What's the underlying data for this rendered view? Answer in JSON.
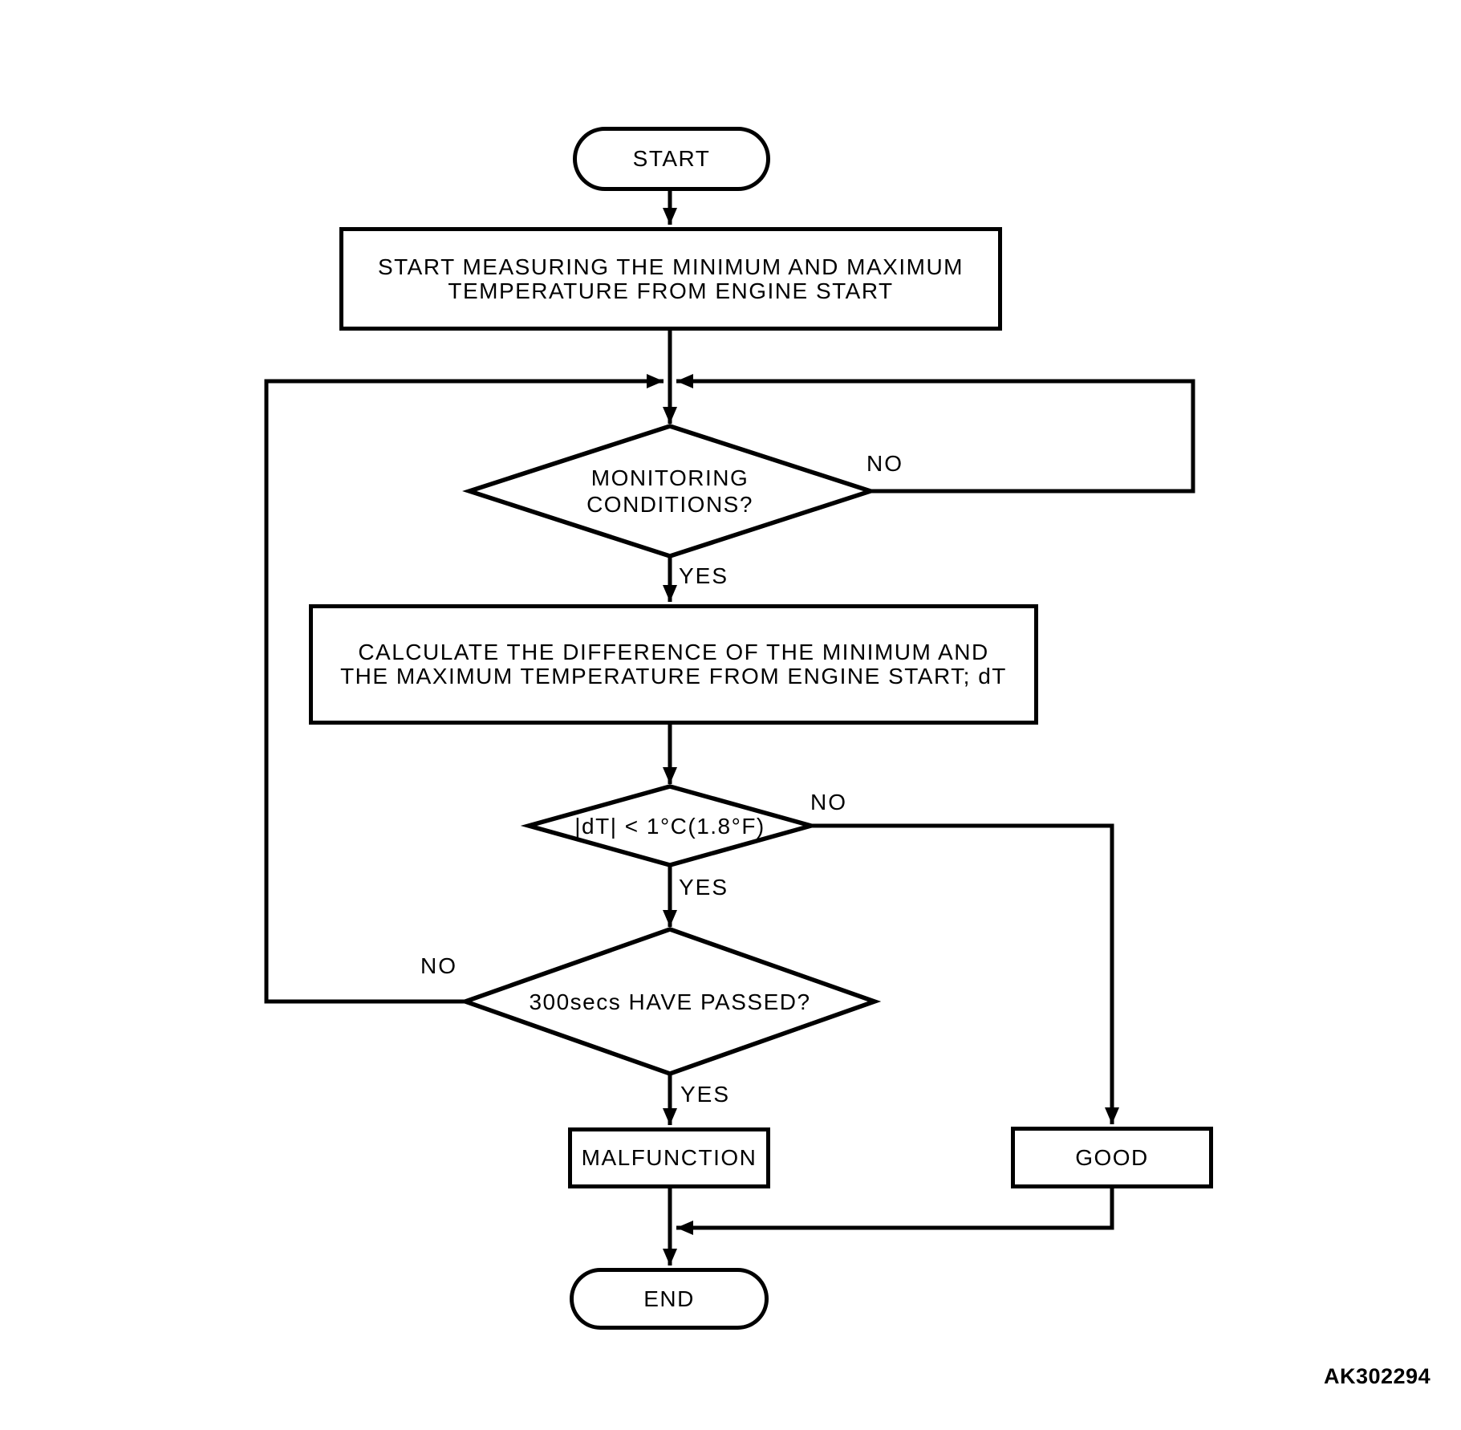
{
  "background": "#ffffff",
  "line_color": "#000000",
  "nodes": {
    "start": {
      "type": "terminator",
      "label": "START"
    },
    "measure": {
      "type": "process",
      "label": "START MEASURING THE MINIMUM AND MAXIMUM\nTEMPERATURE FROM ENGINE START"
    },
    "monitoring": {
      "type": "decision",
      "label": "MONITORING\nCONDITIONS?"
    },
    "calculate": {
      "type": "process",
      "label": "CALCULATE THE DIFFERENCE OF THE MINIMUM AND\nTHE MAXIMUM TEMPERATURE FROM ENGINE START; dT"
    },
    "dt_check": {
      "type": "decision",
      "label": "|dT| < 1°C(1.8°F)"
    },
    "elapsed": {
      "type": "decision",
      "label": "300secs HAVE PASSED?"
    },
    "malfunction": {
      "type": "process",
      "label": "MALFUNCTION"
    },
    "good": {
      "type": "process",
      "label": "GOOD"
    },
    "end": {
      "type": "terminator",
      "label": "END"
    }
  },
  "edge_labels": {
    "monitoring_no": "NO",
    "monitoring_yes": "YES",
    "dt_no": "NO",
    "dt_yes": "YES",
    "elapsed_no": "NO",
    "elapsed_yes": "YES"
  },
  "footer": {
    "code": "AK302294"
  }
}
